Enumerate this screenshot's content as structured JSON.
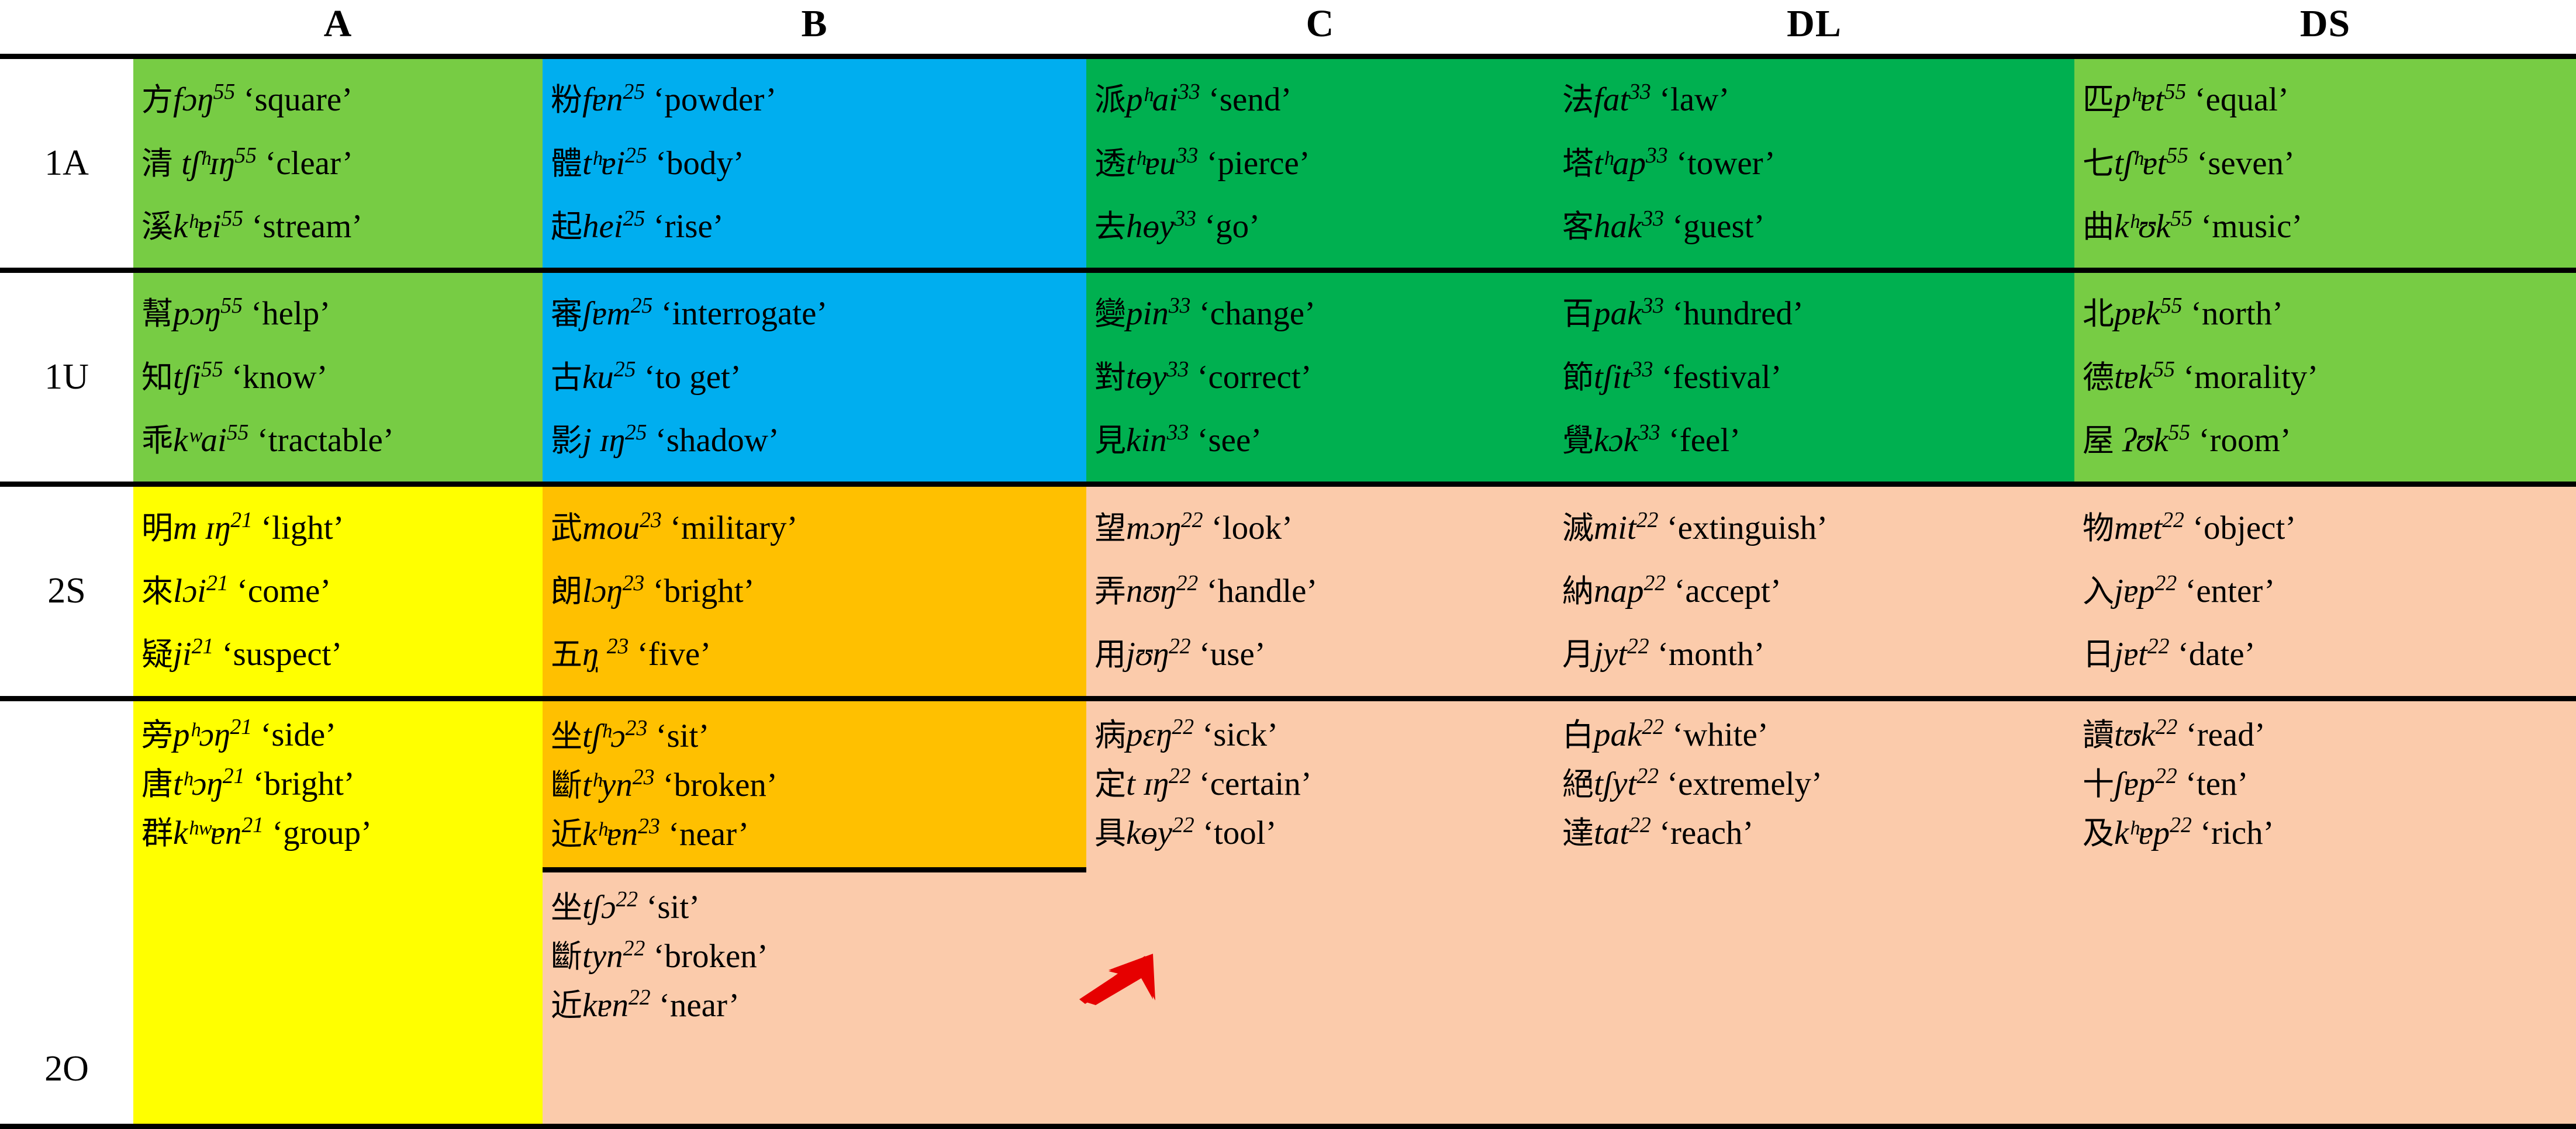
{
  "table": {
    "row_label_header": "",
    "columns": [
      {
        "key": "A",
        "label": "A"
      },
      {
        "key": "B",
        "label": "B"
      },
      {
        "key": "C",
        "label": "C"
      },
      {
        "key": "DL",
        "label": "DL"
      },
      {
        "key": "DS",
        "label": "DS"
      }
    ],
    "row_labels": [
      "1A",
      "1U",
      "2S",
      "2O"
    ],
    "colors": {
      "light_green": "#77CC44",
      "blue": "#00AEEF",
      "dark_green": "#00B050",
      "yellow": "#FFFF00",
      "orange": "#FFC000",
      "peach": "#FBCBAB",
      "arrow": "#E60000",
      "rule": "#000000"
    }
  },
  "rows": {
    "r1A": {
      "label": "1A",
      "A": [
        {
          "han": "方",
          "ipa": "fɔŋ",
          "tone": "55",
          "gloss": "‘square’"
        },
        {
          "han": "清",
          "ipa": " tʃʰɪŋ",
          "tone": "55",
          "gloss": "‘clear’"
        },
        {
          "han": "溪",
          "ipa": "kʰɐi",
          "tone": "55",
          "gloss": "‘stream’"
        }
      ],
      "B": [
        {
          "han": "粉",
          "ipa": "fɐn",
          "tone": "25",
          "gloss": "‘powder’"
        },
        {
          "han": "體",
          "ipa": "tʰɐi",
          "tone": "25",
          "gloss": "‘body’"
        },
        {
          "han": "起",
          "ipa": "hei",
          "tone": "25",
          "gloss": "‘rise’"
        }
      ],
      "C": [
        {
          "han": "派",
          "ipa": "pʰai",
          "tone": "33",
          "gloss": "‘send’"
        },
        {
          "han": "透",
          "ipa": "tʰɐu",
          "tone": "33",
          "gloss": "‘pierce’"
        },
        {
          "han": "去",
          "ipa": "hɵy",
          "tone": "33",
          "gloss": "‘go’"
        }
      ],
      "DL": [
        {
          "han": "法",
          "ipa": "fat",
          "tone": "33",
          "gloss": "‘law’"
        },
        {
          "han": "塔",
          "ipa": "tʰap",
          "tone": "33",
          "gloss": "‘tower’"
        },
        {
          "han": "客",
          "ipa": "hak",
          "tone": "33",
          "gloss": "‘guest’"
        }
      ],
      "DS": [
        {
          "han": "匹",
          "ipa": "pʰɐt",
          "tone": "55",
          "gloss": "‘equal’"
        },
        {
          "han": "七",
          "ipa": "tʃʰɐt",
          "tone": "55",
          "gloss": "‘seven’"
        },
        {
          "han": "曲",
          "ipa": "kʰʊk",
          "tone": "55",
          "gloss": "‘music’"
        }
      ]
    },
    "r1U": {
      "label": "1U",
      "A": [
        {
          "han": "幫",
          "ipa": "pɔŋ",
          "tone": "55",
          "gloss": "‘help’"
        },
        {
          "han": "知",
          "ipa": "tʃi",
          "tone": "55",
          "gloss": "‘know’"
        },
        {
          "han": "乖",
          "ipa": "kʷai",
          "tone": "55",
          "gloss": "‘tractable’"
        }
      ],
      "B": [
        {
          "han": "審",
          "ipa": "ʃɐm",
          "tone": "25",
          "gloss": "‘interrogate’"
        },
        {
          "han": "古",
          "ipa": "ku",
          "tone": "25",
          "gloss": "‘to get’"
        },
        {
          "han": "影",
          "ipa": "j ɪŋ",
          "tone": "25",
          "gloss": "‘shadow’"
        }
      ],
      "C": [
        {
          "han": "變",
          "ipa": "pin",
          "tone": "33",
          "gloss": "‘change’"
        },
        {
          "han": "對",
          "ipa": "tɵy",
          "tone": "33",
          "gloss": "‘correct’"
        },
        {
          "han": "見",
          "ipa": "kin",
          "tone": "33",
          "gloss": "‘see’"
        }
      ],
      "DL": [
        {
          "han": "百",
          "ipa": "pak",
          "tone": "33",
          "gloss": "‘hundred’"
        },
        {
          "han": "節",
          "ipa": "tʃit",
          "tone": "33",
          "gloss": "‘festival’"
        },
        {
          "han": "覺",
          "ipa": "kɔk",
          "tone": "33",
          "gloss": "‘feel’"
        }
      ],
      "DS": [
        {
          "han": "北",
          "ipa": "pɐk",
          "tone": "55",
          "gloss": "‘north’"
        },
        {
          "han": "德",
          "ipa": "tɐk",
          "tone": "55",
          "gloss": "‘morality’"
        },
        {
          "han": "屋",
          "ipa": " ʔʊk",
          "tone": "55",
          "gloss": "‘room’"
        }
      ]
    },
    "r2S": {
      "label": "2S",
      "A": [
        {
          "han": "明",
          "ipa": "m ɪŋ",
          "tone": "21",
          "gloss": "‘light’"
        },
        {
          "han": "來",
          "ipa": "lɔi",
          "tone": "21",
          "gloss": "‘come’"
        },
        {
          "han": "疑",
          "ipa": "ji",
          "tone": "21",
          "gloss": "‘suspect’"
        }
      ],
      "B": [
        {
          "han": "武",
          "ipa": "mou",
          "tone": "23",
          "gloss": "‘military’"
        },
        {
          "han": "朗",
          "ipa": "lɔŋ",
          "tone": "23",
          "gloss": "‘bright’"
        },
        {
          "han": "五",
          "ipa": "ŋ̩ ",
          "tone": "23",
          "gloss": "‘five’"
        }
      ],
      "C": [
        {
          "han": "望",
          "ipa": "mɔŋ",
          "tone": "22",
          "gloss": "‘look’"
        },
        {
          "han": "弄",
          "ipa": "nʊŋ",
          "tone": "22",
          "gloss": "‘handle’"
        },
        {
          "han": "用",
          "ipa": "jʊŋ",
          "tone": "22",
          "gloss": "‘use’"
        }
      ],
      "DL": [
        {
          "han": "滅",
          "ipa": "mit",
          "tone": "22",
          "gloss": "‘extinguish’"
        },
        {
          "han": "納",
          "ipa": "nap",
          "tone": "22",
          "gloss": "‘accept’"
        },
        {
          "han": "月",
          "ipa": "jyt",
          "tone": "22",
          "gloss": "‘month’"
        }
      ],
      "DS": [
        {
          "han": "物",
          "ipa": "mɐt",
          "tone": "22",
          "gloss": "‘object’"
        },
        {
          "han": "入",
          "ipa": "jɐp",
          "tone": "22",
          "gloss": "‘enter’"
        },
        {
          "han": "日",
          "ipa": "jɐt",
          "tone": "22",
          "gloss": "‘date’"
        }
      ]
    },
    "r2O": {
      "label": "2O",
      "A": [
        {
          "han": "旁",
          "ipa": "pʰɔŋ",
          "tone": "21",
          "gloss": "‘side’"
        },
        {
          "han": "唐",
          "ipa": "tʰɔŋ",
          "tone": "21",
          "gloss": "‘bright’"
        },
        {
          "han": "群",
          "ipa": "kʰʷɐn",
          "tone": "21",
          "gloss": "‘group’"
        }
      ],
      "B_top": [
        {
          "han": "坐",
          "ipa": "tʃʰɔ",
          "tone": "23",
          "gloss": "‘sit’"
        },
        {
          "han": "斷",
          "ipa": "tʰyn",
          "tone": "23",
          "gloss": "‘broken’"
        },
        {
          "han": "近",
          "ipa": "kʰɐn",
          "tone": "23",
          "gloss": "‘near’"
        }
      ],
      "B_bottom": [
        {
          "han": "坐",
          "ipa": "tʃɔ",
          "tone": "22",
          "gloss": "‘sit’"
        },
        {
          "han": "斷",
          "ipa": "tyn",
          "tone": "22",
          "gloss": "‘broken’"
        },
        {
          "han": "近",
          "ipa": "kɐn",
          "tone": "22",
          "gloss": "‘near’"
        }
      ],
      "C": [
        {
          "han": "病",
          "ipa": "pɛŋ",
          "tone": "22",
          "gloss": "‘sick’"
        },
        {
          "han": "定",
          "ipa": "t ɪŋ",
          "tone": "22",
          "gloss": "‘certain’"
        },
        {
          "han": "具",
          "ipa": "kɵy",
          "tone": "22",
          "gloss": "‘tool’"
        }
      ],
      "DL": [
        {
          "han": "白",
          "ipa": "pak",
          "tone": "22",
          "gloss": "‘white’"
        },
        {
          "han": "絕",
          "ipa": "tʃyt",
          "tone": "22",
          "gloss": "‘extremely’"
        },
        {
          "han": "達",
          "ipa": "tat",
          "tone": "22",
          "gloss": "‘reach’"
        }
      ],
      "DS": [
        {
          "han": "讀",
          "ipa": "tʊk",
          "tone": "22",
          "gloss": "‘read’"
        },
        {
          "han": "十",
          "ipa": "ʃɐp",
          "tone": "22",
          "gloss": "‘ten’"
        },
        {
          "han": "及",
          "ipa": "kʰɐp",
          "tone": "22",
          "gloss": "‘rich’"
        }
      ]
    }
  },
  "annotation": {
    "arrow_icon": "red-arrow-up-right-icon",
    "arrow_color": "#E60000"
  }
}
